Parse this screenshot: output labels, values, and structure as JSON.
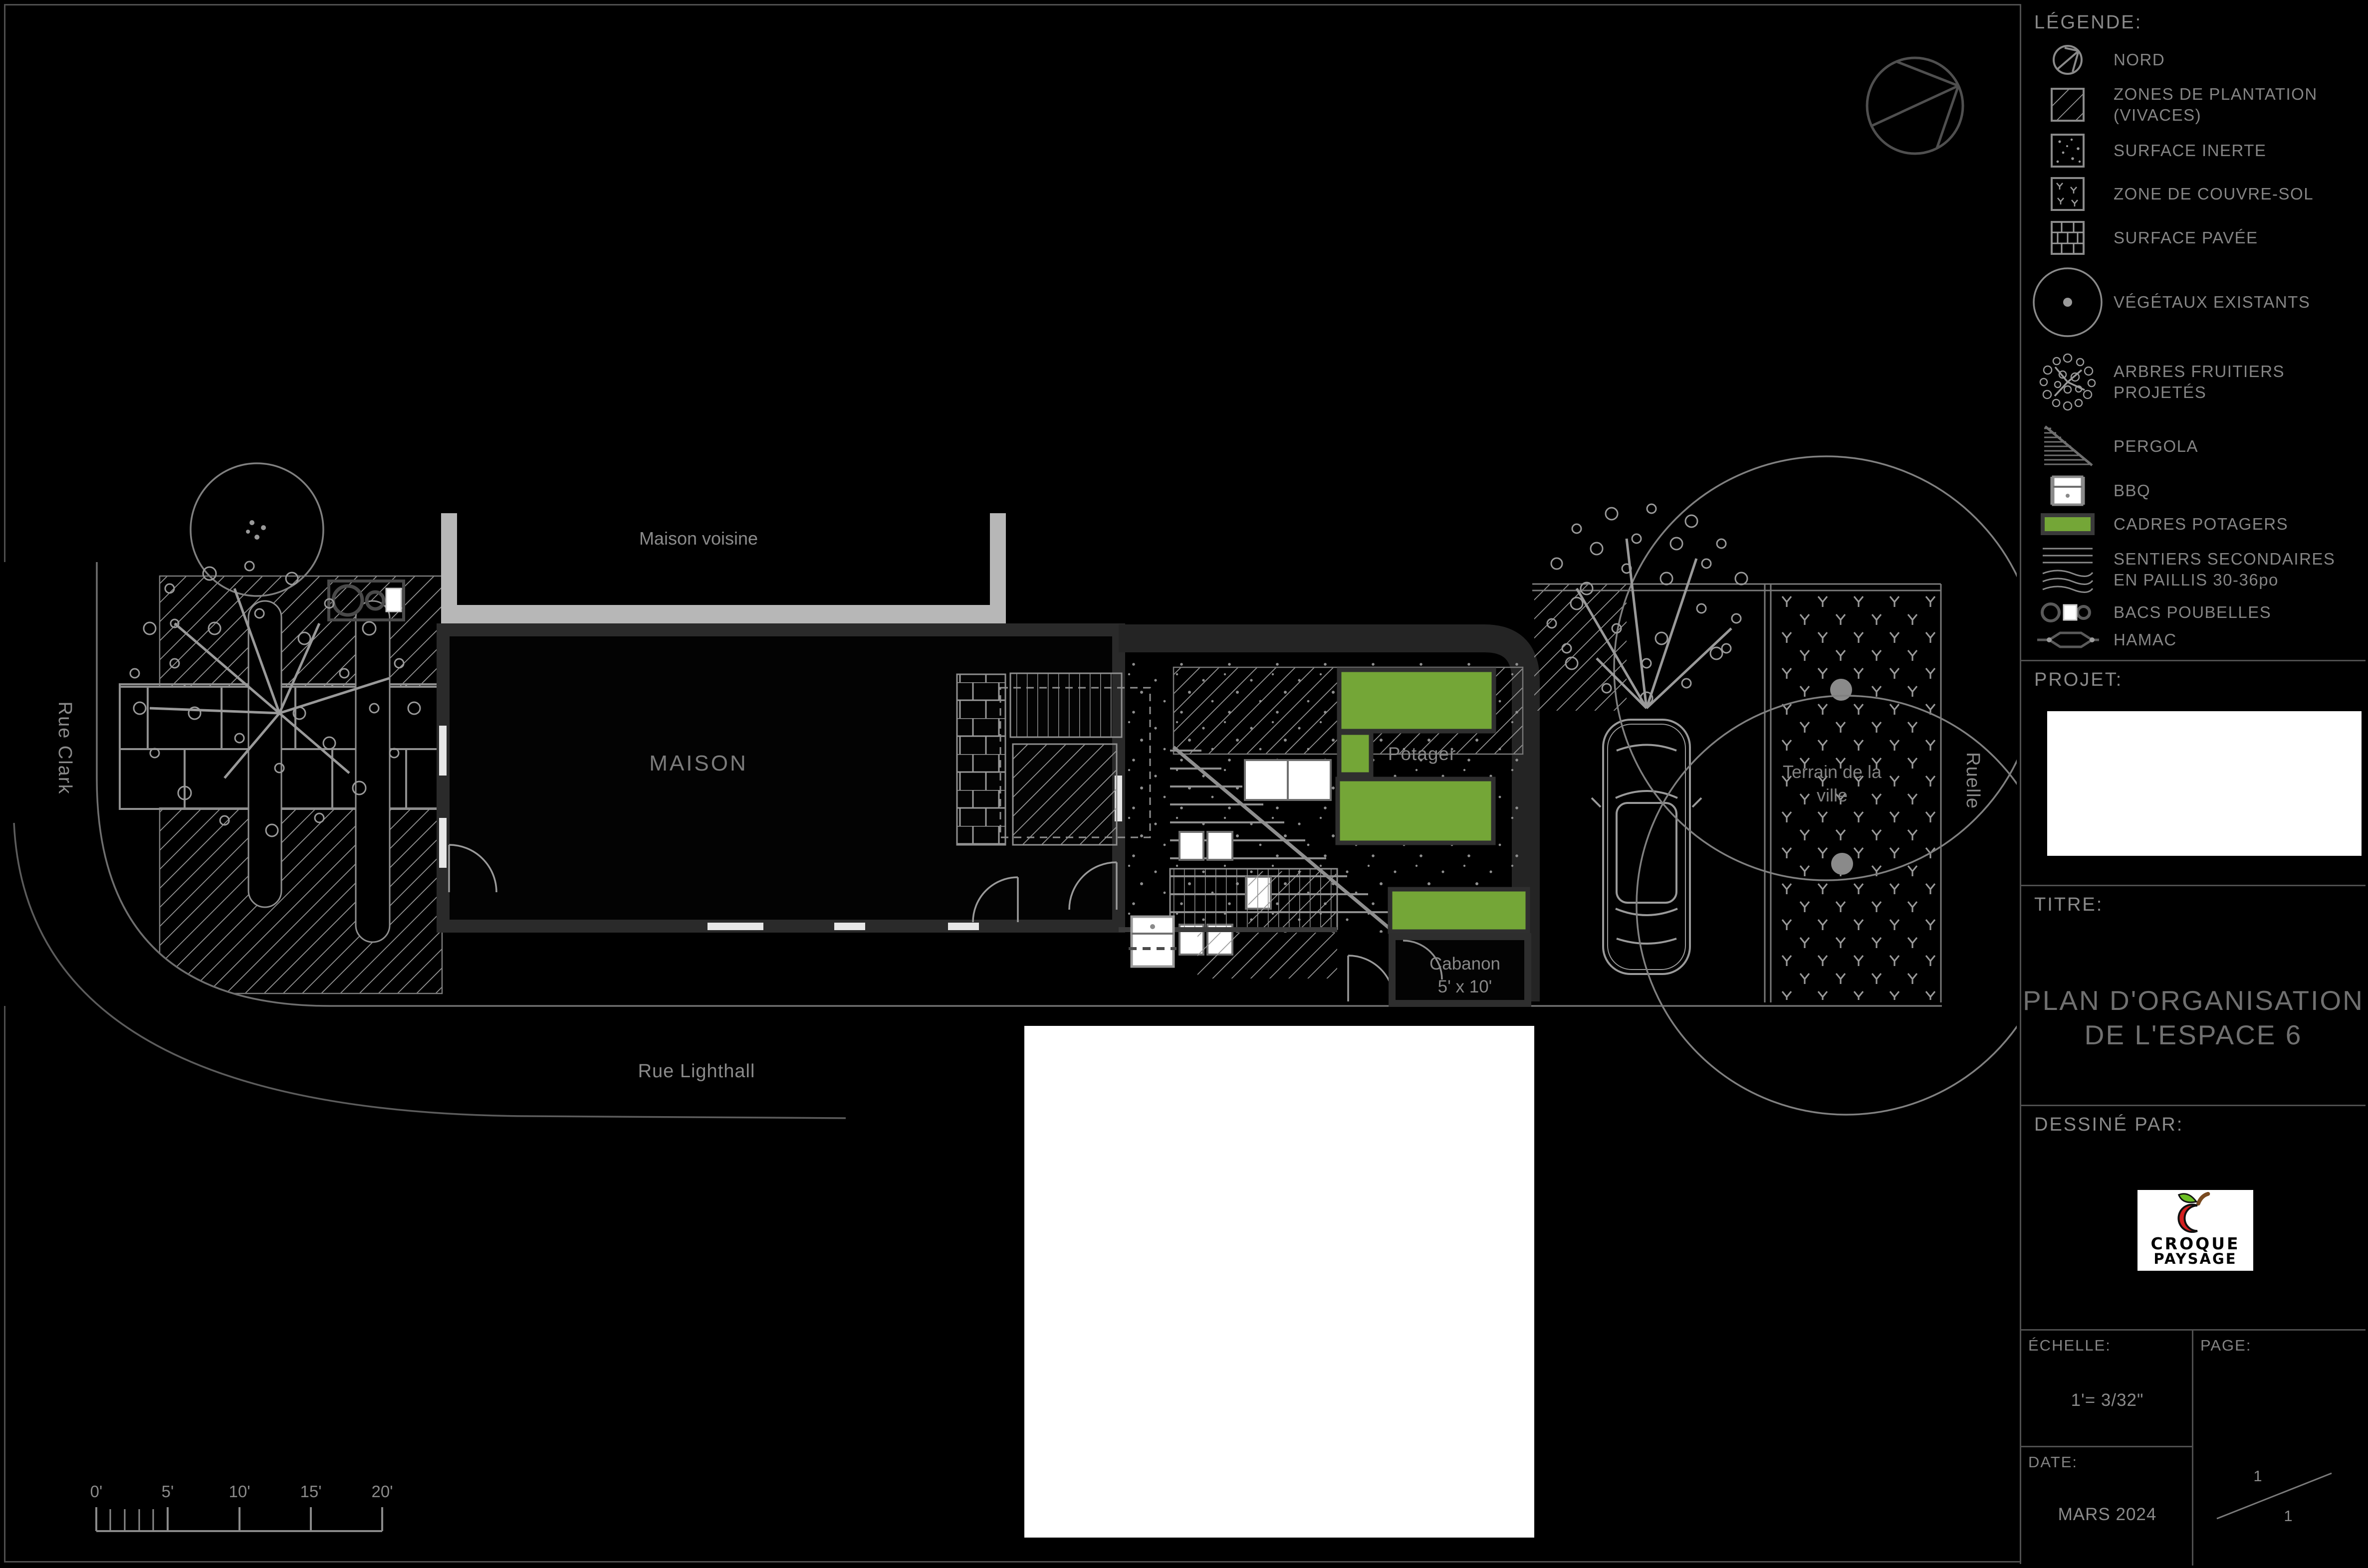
{
  "legend": {
    "title": "LÉGENDE:",
    "items": [
      {
        "id": "nord",
        "label": "NORD"
      },
      {
        "id": "zones-plantation",
        "label": "ZONES DE PLANTATION",
        "label2": "(VIVACES)"
      },
      {
        "id": "surface-inerte",
        "label": "SURFACE INERTE"
      },
      {
        "id": "zone-couvre-sol",
        "label": "ZONE DE COUVRE-SOL"
      },
      {
        "id": "surface-pavee",
        "label": "SURFACE PAVÉE"
      },
      {
        "id": "vegetaux-existants",
        "label": "VÉGÉTAUX EXISTANTS"
      },
      {
        "id": "arbres-fruitiers",
        "label": "ARBRES FRUITIERS",
        "label2": "PROJETÉS"
      },
      {
        "id": "pergola",
        "label": "PERGOLA"
      },
      {
        "id": "bbq",
        "label": "BBQ"
      },
      {
        "id": "cadres-potagers",
        "label": "CADRES POTAGERS"
      },
      {
        "id": "sentiers-secondaires",
        "label": "SENTIERS SECONDAIRES",
        "label2": "EN PAILLIS 30-36po"
      },
      {
        "id": "bacs-poubelles",
        "label": "BACS POUBELLES"
      },
      {
        "id": "hamac",
        "label": "HAMAC"
      }
    ]
  },
  "panel": {
    "projet_label": "PROJET:",
    "titre_label": "TITRE:",
    "titre_line1": "PLAN D'ORGANISATION",
    "titre_line2": "DE L'ESPACE 6",
    "dessine_label": "DESSINÉ PAR:",
    "logo_line1": "CROQUE",
    "logo_line2": "PAYSAGE",
    "echelle_label": "ÉCHELLE:",
    "echelle_value": "1'= 3/32\"",
    "date_label": "DATE:",
    "date_value": "MARS 2024",
    "page_label": "PAGE:",
    "page_num": "1",
    "page_total": "1"
  },
  "plan_labels": {
    "maison": "MAISON",
    "maison_voisine": "Maison voisine",
    "potager": "Potager",
    "cabanon_line1": "Cabanon",
    "cabanon_line2": "5' x 10'",
    "terrain_line1": "Terrain de la",
    "terrain_line2": "ville",
    "rue_clark": "Rue Clark",
    "rue_lighthall": "Rue Lighthall",
    "ruelle": "Ruelle"
  },
  "scalebar": {
    "ticks": [
      "0'",
      "5'",
      "10'",
      "15'",
      "20'"
    ]
  },
  "colors": {
    "background": "#000000",
    "panel_line": "#4f4f4f",
    "draw_light": "#9a9a9a",
    "draw_mid": "#6f6f6f",
    "text_gray": "#8a8a8a",
    "wall_dark": "#2a2a2a",
    "neighbor_gray": "#b7b7b7",
    "potager_green": "#74a637",
    "logo_red": "#d42020",
    "logo_green": "#6cc024",
    "logo_brown": "#7a4a20"
  }
}
